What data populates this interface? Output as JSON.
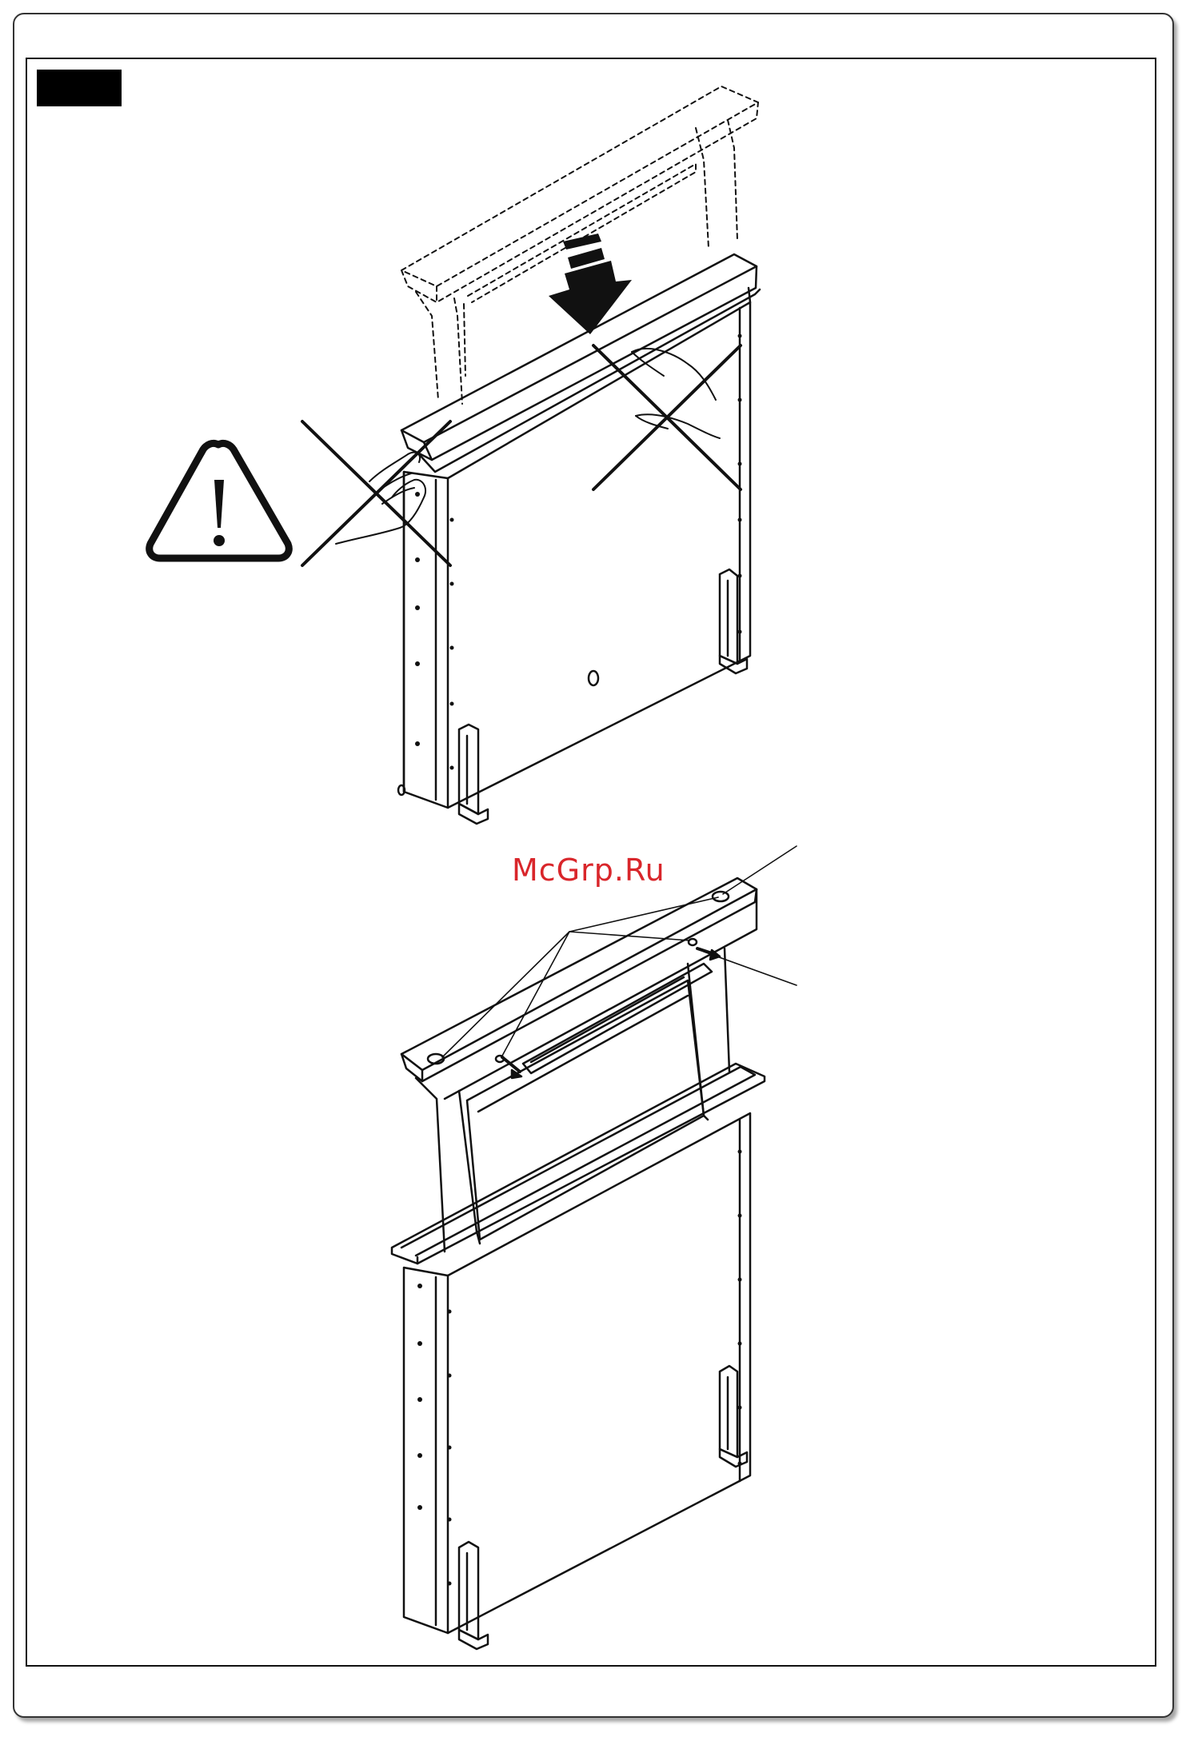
{
  "page": {
    "watermark": "McGrp.Ru",
    "step_tab_color": "#000000",
    "watermark_color": "#d9262b"
  },
  "figures": [
    {
      "name": "top",
      "icons": [
        "warning-triangle-icon",
        "down-arrow-icon",
        "prohibited-cross-icon",
        "prohibited-cross-icon"
      ]
    },
    {
      "name": "bottom",
      "icons": [
        "callout-leader-icon",
        "callout-leader-icon"
      ]
    }
  ]
}
